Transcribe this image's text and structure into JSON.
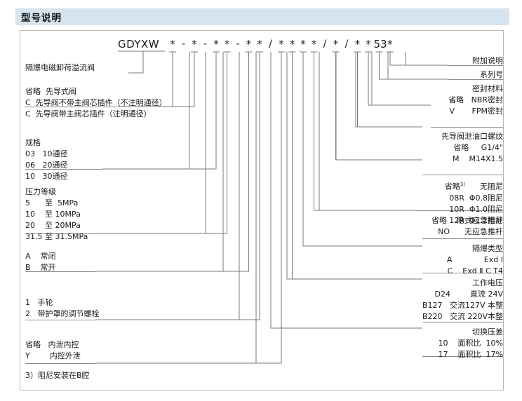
{
  "header": {
    "title": "型号说明"
  },
  "model_code": {
    "base": "GDYXW",
    "tokens": [
      "*",
      "-",
      "*",
      "-",
      "*",
      "*",
      "-",
      "*",
      "*",
      "/",
      "*",
      "*",
      "*",
      "*",
      "/",
      "*",
      "/",
      "*",
      "*",
      "53",
      "*"
    ]
  },
  "left_groups": [
    {
      "name": "product-name",
      "lines": [
        "隔爆电磁卸荷溢流阀"
      ]
    },
    {
      "name": "pilot-type",
      "lines": [
        "省略  先导式阀",
        "C  先导阀不带主阀芯插件（不注明通径）",
        "C  先导阀带主阀芯插件（注明通径）"
      ]
    },
    {
      "name": "specification",
      "lines": [
        "规格",
        "03   10通径",
        "06   20通径",
        "10   30通径"
      ]
    },
    {
      "name": "pressure-rating",
      "lines": [
        "压力等级",
        "5      至  5MPa",
        "10    至 10MPa",
        "20    至 20MPa",
        "31.5 至 31.5MPa"
      ]
    },
    {
      "name": "normal-state",
      "lines": [
        "A    常闭",
        "B    常开"
      ]
    },
    {
      "name": "adjust-type",
      "lines": [
        "1   手轮",
        "2   带护罩的调节螺栓"
      ]
    },
    {
      "name": "drain-control",
      "lines": [
        "省略   内泄内控",
        "Y        内控外泄"
      ]
    }
  ],
  "footnote": "3）阻尼安装在B腔",
  "right_groups": [
    {
      "name": "additional-note",
      "lines": [
        "附加说明"
      ]
    },
    {
      "name": "series-number",
      "lines": [
        "系列号"
      ]
    },
    {
      "name": "seal-material",
      "lines": [
        "密封材料",
        "省略   NBR密封",
        "V       FPM密封"
      ]
    },
    {
      "name": "pilot-drain-thread",
      "lines": [
        "先导阀泄油口螺纹",
        "省略     G1/4\"",
        "M    M14X1.5"
      ]
    },
    {
      "name": "damping-orifice",
      "lines": [
        "省略3)      无阻尼",
        "08R  Φ0.8阻尼",
        "10R  Φ1.0阻尼",
        "12R  Φ1.2阻尼"
      ]
    },
    {
      "name": "emergency-rod",
      "lines": [
        "省略    隐式应急推杆",
        "NO      无应急推杆"
      ]
    },
    {
      "name": "explosion-proof-type",
      "lines": [
        "隔爆类型",
        "A             Exd Ⅰ",
        "C    Exd Ⅱ C T4"
      ]
    },
    {
      "name": "working-voltage",
      "lines": [
        "工作电压",
        "D24        直流 24V",
        "B127   交流127V 本整",
        "B220   交流 220V本整"
      ]
    },
    {
      "name": "switch-pressure-diff",
      "lines": [
        "切换压差",
        "10    面积比  10%",
        "17    面积比  17%"
      ]
    }
  ],
  "colors": {
    "header_bg": "#d6e4f0",
    "line": "#7a7a7a",
    "frame": "#b9b9b9",
    "text": "#1a1a1a"
  }
}
